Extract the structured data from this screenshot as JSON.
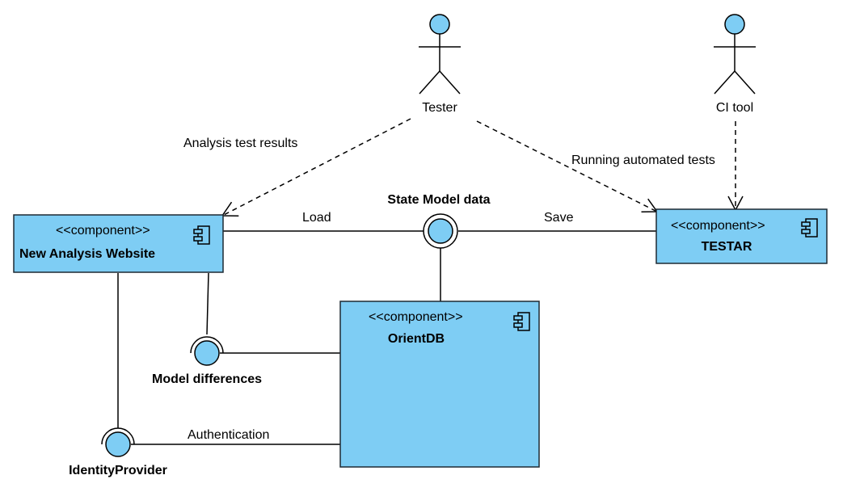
{
  "colors": {
    "component_fill": "#7ecdf4",
    "interface_fill": "#7ecdf4",
    "stroke": "#000000"
  },
  "actors": {
    "tester": {
      "label": "Tester",
      "icon": "stick-figure-icon"
    },
    "ci_tool": {
      "label": "CI tool",
      "icon": "stick-figure-icon"
    }
  },
  "components": {
    "website": {
      "stereotype": "<<component>>",
      "name": "New Analysis Website",
      "icon": "component-icon"
    },
    "testar": {
      "stereotype": "<<component>>",
      "name": "TESTAR",
      "icon": "component-icon"
    },
    "orientdb": {
      "stereotype": "<<component>>",
      "name": "OrientDB",
      "icon": "component-icon"
    }
  },
  "interfaces": {
    "state_model": "State Model data",
    "model_diff": "Model differences",
    "identity": "IdentityProvider"
  },
  "connectors": {
    "analysis": "Analysis test results",
    "running": "Running automated tests",
    "load": "Load",
    "save": "Save",
    "auth": "Authentication"
  }
}
